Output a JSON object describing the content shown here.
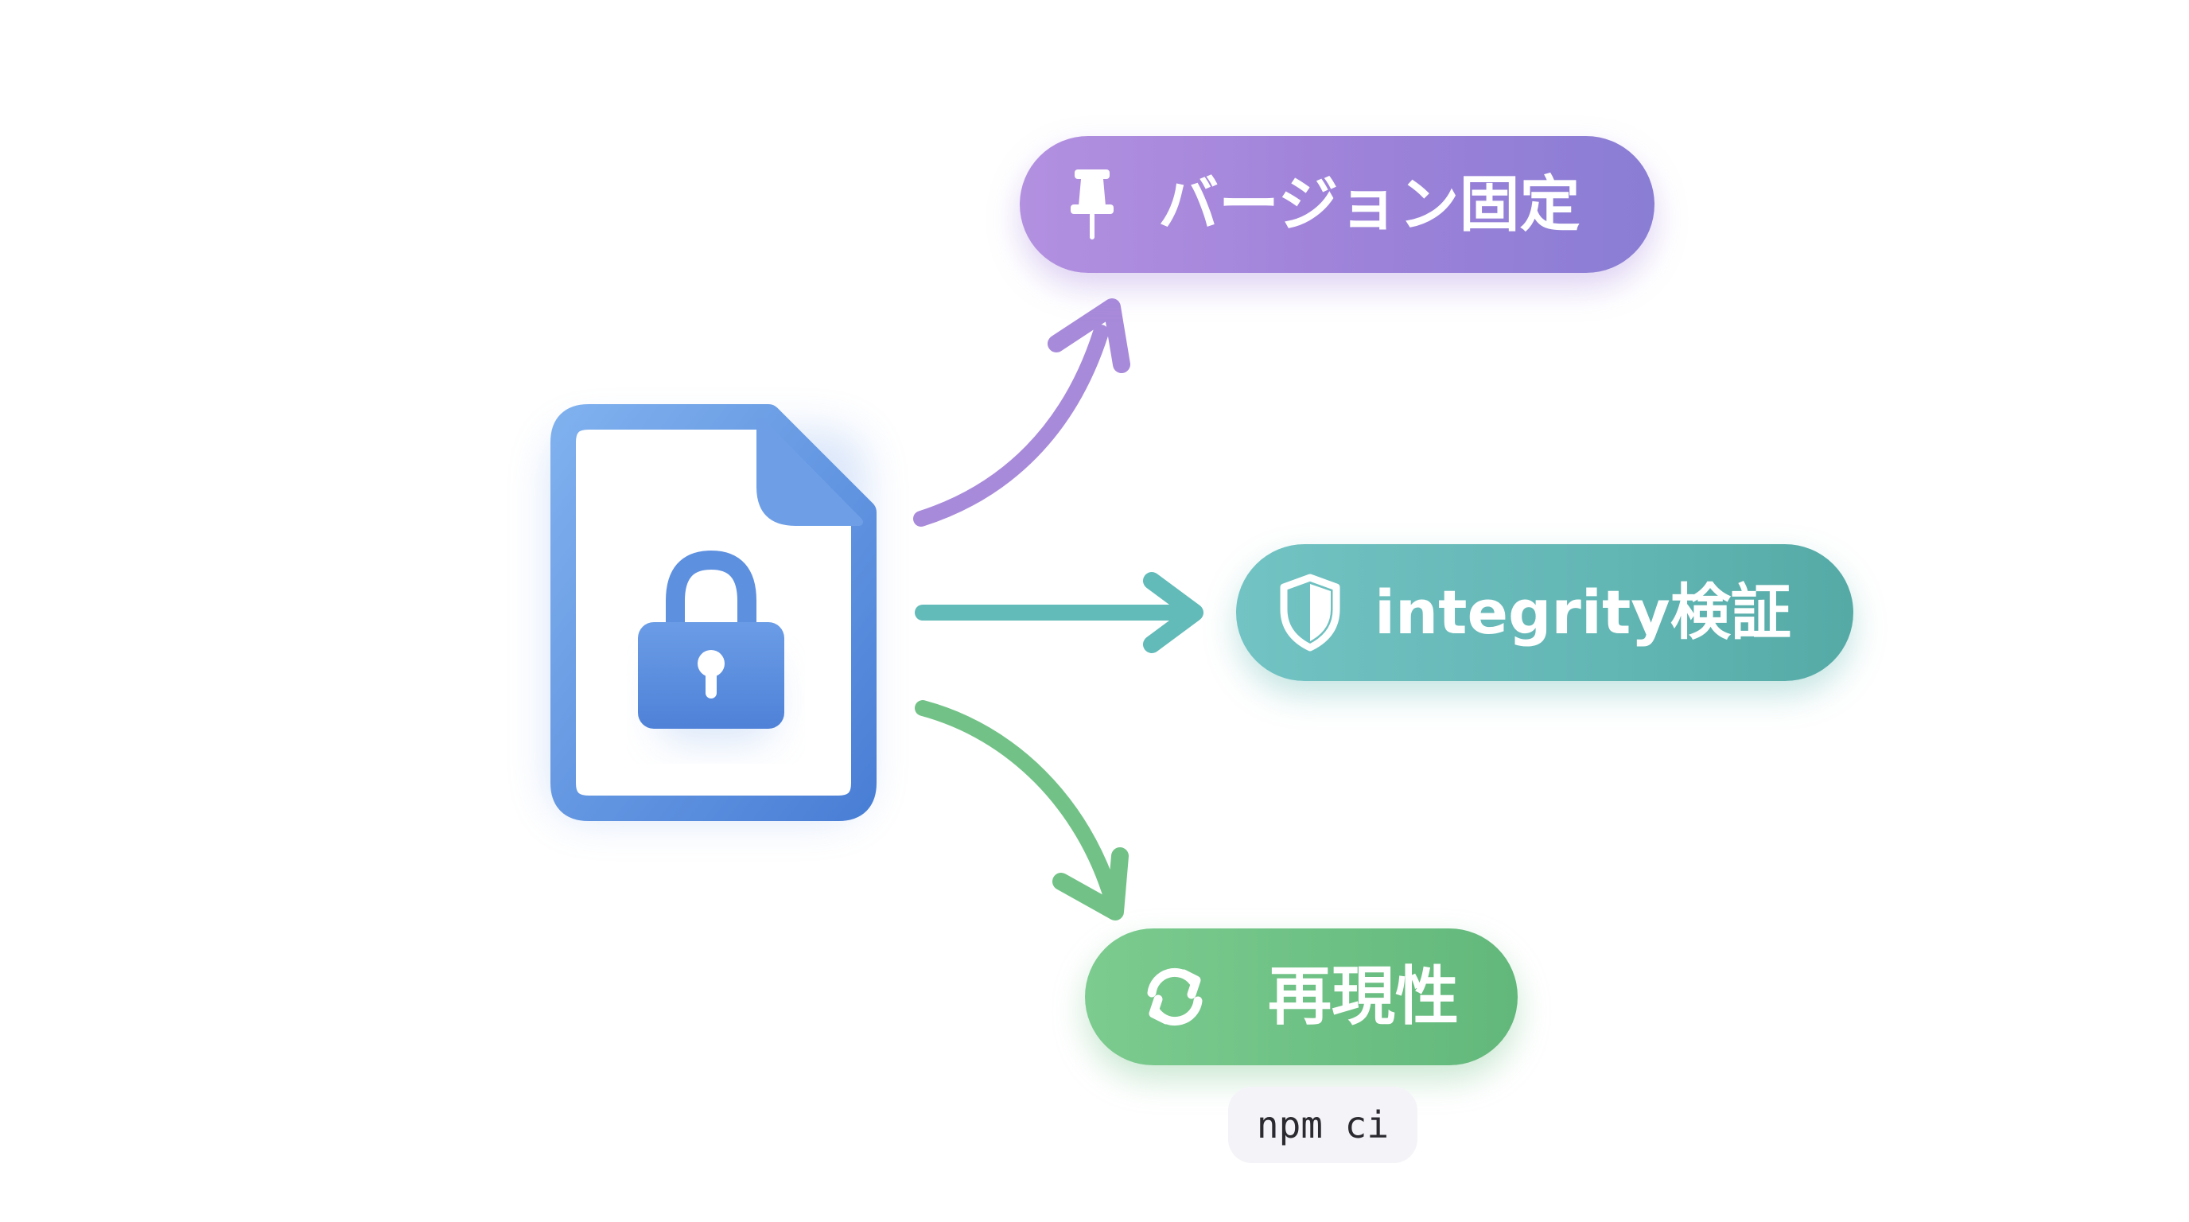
{
  "diagram": {
    "source_icon": "locked-file-icon",
    "outputs": [
      {
        "label": "バージョン固定",
        "icon": "pushpin-icon",
        "color": "#a58ad9"
      },
      {
        "label": "integrity検証",
        "icon": "shield-icon",
        "color": "#62b6b4"
      },
      {
        "label": "再現性",
        "icon": "refresh-icon",
        "color": "#6fc185"
      }
    ],
    "command": "npm ci",
    "colors": {
      "file": "#5b8fdd",
      "arrow_version": "#a88ada",
      "arrow_integrity": "#62bbb8",
      "arrow_repro": "#72c287"
    }
  }
}
